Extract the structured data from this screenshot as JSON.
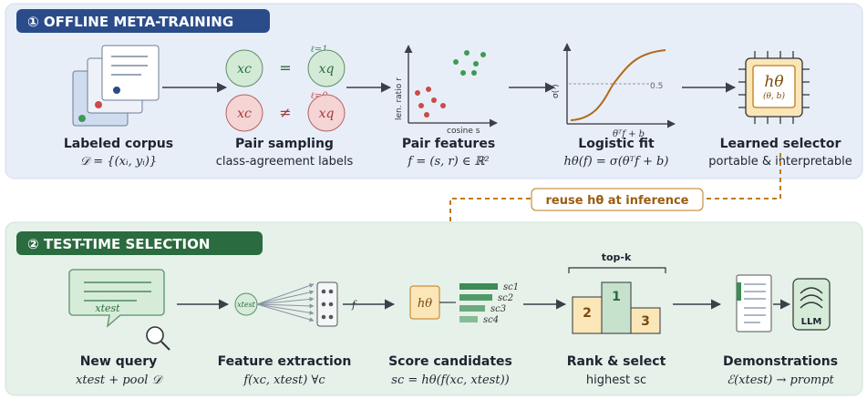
{
  "section1": {
    "badge": "① OFFLINE META-TRAINING",
    "steps": [
      {
        "title": "Labeled corpus",
        "subtitle": "𝒟 = {(xᵢ, yᵢ)}"
      },
      {
        "title": "Pair sampling",
        "subtitle": "class-agreement labels"
      },
      {
        "title": "Pair features",
        "subtitle": "f = (s, r) ∈ ℝ²"
      },
      {
        "title": "Logistic fit",
        "subtitle": "hθ(f) = σ(θᵀf + b)"
      },
      {
        "title": "Learned selector",
        "subtitle": "portable & interpretable"
      }
    ],
    "pair": {
      "xc": "xc",
      "xq": "xq",
      "eq": "=",
      "neq": "≠",
      "l1": "ℓ=1",
      "l0": "ℓ=0"
    },
    "scatter": {
      "ylabel": "len. ratio r",
      "xlabel": "cosine s"
    },
    "logistic": {
      "ylabel": "σ(·)",
      "half": "0.5",
      "xlabel": "θᵀf + b"
    },
    "chip": {
      "main": "hθ",
      "sub": "(θ, b)"
    }
  },
  "reuse_label": "reuse hθ at inference",
  "section2": {
    "badge": "② TEST-TIME SELECTION",
    "steps": [
      {
        "title": "New query",
        "subtitle": "xtest + pool 𝒟"
      },
      {
        "title": "Feature extraction",
        "subtitle": "f(xc, xtest) ∀c"
      },
      {
        "title": "Score candidates",
        "subtitle": "sc = hθ(f(xc, xtest))"
      },
      {
        "title": "Rank & select",
        "subtitle": "highest sc"
      },
      {
        "title": "Demonstrations",
        "subtitle": "ℰ(xtest) → prompt"
      }
    ],
    "query_label": "xtest",
    "node_label": "xtest",
    "f_label": "f",
    "h_label": "hθ",
    "scores": [
      "sc1",
      "sc2",
      "sc3",
      "sc4"
    ],
    "topk": "top-k",
    "podium": [
      "1",
      "2",
      "3"
    ],
    "llm": "LLM"
  },
  "colors": {
    "section1_bg": "#e8eef7",
    "section1_badge": "#2b4c8a",
    "section2_bg": "#e6f1e9",
    "section2_badge": "#2a6b3f",
    "accent_orange": "#c07a1c",
    "green": "#3d8b55",
    "red": "#c94b4b"
  }
}
